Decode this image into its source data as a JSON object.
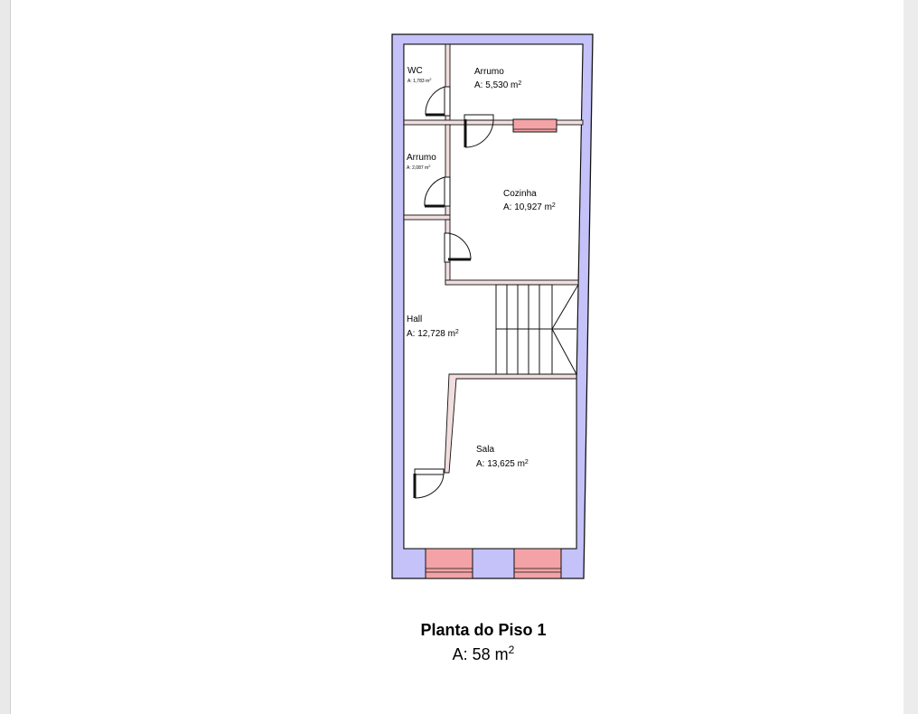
{
  "plan": {
    "rooms": [
      {
        "id": "wc",
        "name": "WC",
        "area": "A: 1,783 m",
        "sup": "2"
      },
      {
        "id": "arrumo-1",
        "name": "Arrumo",
        "area": "A: 5,530 m",
        "sup": "2"
      },
      {
        "id": "arrumo-2",
        "name": "Arrumo",
        "area": "A: 2,087 m",
        "sup": "2"
      },
      {
        "id": "cozinha",
        "name": "Cozinha",
        "area": "A: 10,927 m",
        "sup": "2"
      },
      {
        "id": "hall",
        "name": "Hall",
        "area": "A: 12,728 m",
        "sup": "2"
      },
      {
        "id": "sala",
        "name": "Sala",
        "area": "A: 13,625 m",
        "sup": "2"
      }
    ],
    "colors": {
      "outer_wall": "#c4c2f8",
      "window": "#f3a3a6",
      "partition": "#f2dede",
      "line": "#111111"
    }
  },
  "caption": {
    "title": "Planta do Piso 1",
    "area": "A: 58 m",
    "area_sup": "2"
  }
}
